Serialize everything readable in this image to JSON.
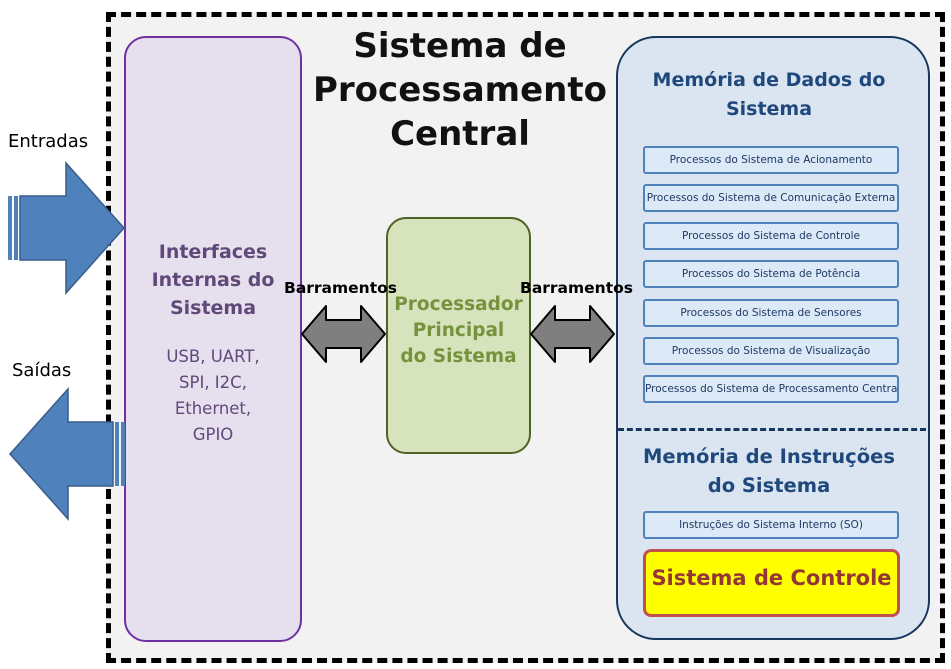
{
  "title": "Sistema de\nProcessamento\nCentral",
  "io": {
    "inputs_label": "Entradas",
    "outputs_label": "Saídas"
  },
  "interfaces": {
    "title": "Interfaces\nInternas do\nSistema",
    "body": "USB, UART,\nSPI, I2C,\nEthernet,\nGPIO"
  },
  "bus": {
    "left_label": "Barramentos",
    "right_label": "Barramentos"
  },
  "processor": {
    "title": "Processador\nPrincipal\ndo Sistema"
  },
  "data_memory": {
    "title": "Memória de Dados do\nSistema",
    "items": [
      "Processos do Sistema de Acionamento",
      "Processos do Sistema de Comunicação  Externa",
      "Processos do Sistema de Controle",
      "Processos do Sistema de Potência",
      "Processos do Sistema de Sensores",
      "Processos do Sistema de Visualização",
      "Processos do Sistema de Processamento Central"
    ]
  },
  "instruction_memory": {
    "title": "Memória de Instruções\ndo Sistema",
    "item": "Instruções do Sistema Interno  (SO)",
    "highlight": "Sistema de Controle"
  },
  "colors": {
    "interfaces_border": "#7030a0",
    "interfaces_fill": "#e6e0ee",
    "processor_border": "#4f6228",
    "processor_fill": "#d6e3bc",
    "memory_border": "#17375e",
    "memory_fill": "#dbe5f1",
    "arrow_blue": "#4f81bd",
    "bus_arrow": "#7f7f7f",
    "highlight_fill": "#ffff00",
    "highlight_border": "#c0504d"
  }
}
